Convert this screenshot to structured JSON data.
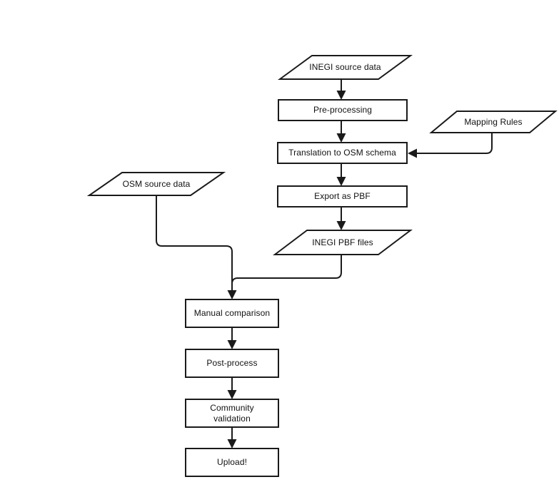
{
  "diagram": {
    "type": "flowchart",
    "colors": {
      "line": "#1a1a1a",
      "shape_fill": "#ffffff",
      "text": "#111111",
      "background": "#ffffff"
    },
    "nodes": [
      {
        "id": "inegi-source-data",
        "shape": "parallelogram",
        "role": "data",
        "label": "INEGI source data"
      },
      {
        "id": "pre-processing",
        "shape": "rectangle",
        "role": "process",
        "label": "Pre-processing"
      },
      {
        "id": "mapping-rules",
        "shape": "parallelogram",
        "role": "data",
        "label": "Mapping Rules"
      },
      {
        "id": "translation-to-osm-schema",
        "shape": "rectangle",
        "role": "process",
        "label": "Translation to OSM schema"
      },
      {
        "id": "export-as-pbf",
        "shape": "rectangle",
        "role": "process",
        "label": "Export as PBF"
      },
      {
        "id": "inegi-pbf-files",
        "shape": "parallelogram",
        "role": "data",
        "label": "INEGI PBF files"
      },
      {
        "id": "osm-source-data",
        "shape": "parallelogram",
        "role": "data",
        "label": "OSM source data"
      },
      {
        "id": "manual-comparison",
        "shape": "rectangle",
        "role": "process",
        "label": "Manual comparison"
      },
      {
        "id": "post-process",
        "shape": "rectangle",
        "role": "process",
        "label": "Post-process"
      },
      {
        "id": "community-validation",
        "shape": "rectangle",
        "role": "process",
        "label": "Community validation"
      },
      {
        "id": "upload",
        "shape": "rectangle",
        "role": "process",
        "label": "Upload!"
      }
    ],
    "edges": [
      {
        "from": "inegi-source-data",
        "to": "pre-processing"
      },
      {
        "from": "pre-processing",
        "to": "translation-to-osm-schema"
      },
      {
        "from": "mapping-rules",
        "to": "translation-to-osm-schema"
      },
      {
        "from": "translation-to-osm-schema",
        "to": "export-as-pbf"
      },
      {
        "from": "export-as-pbf",
        "to": "inegi-pbf-files"
      },
      {
        "from": "inegi-pbf-files",
        "to": "manual-comparison"
      },
      {
        "from": "osm-source-data",
        "to": "manual-comparison"
      },
      {
        "from": "manual-comparison",
        "to": "post-process"
      },
      {
        "from": "post-process",
        "to": "community-validation"
      },
      {
        "from": "community-validation",
        "to": "upload"
      }
    ]
  }
}
